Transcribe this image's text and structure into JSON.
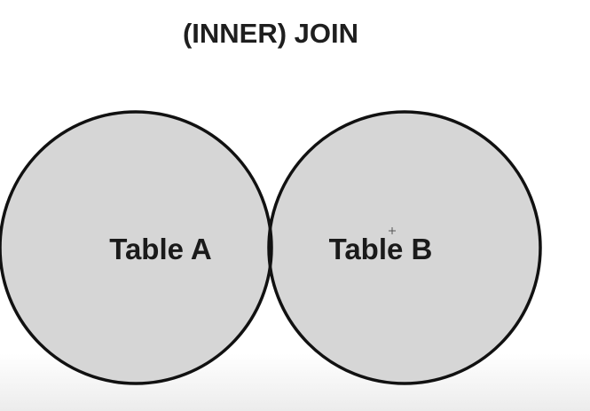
{
  "diagram": {
    "title": "(INNER) JOIN",
    "left_set_label": "Table A",
    "right_set_label": "Table B",
    "highlighted_region": "intersection",
    "colors": {
      "circle_fill": "#d6d6d6",
      "intersection_fill": "#17c89a",
      "outline": "#111111",
      "text": "#1a1a1a"
    }
  }
}
